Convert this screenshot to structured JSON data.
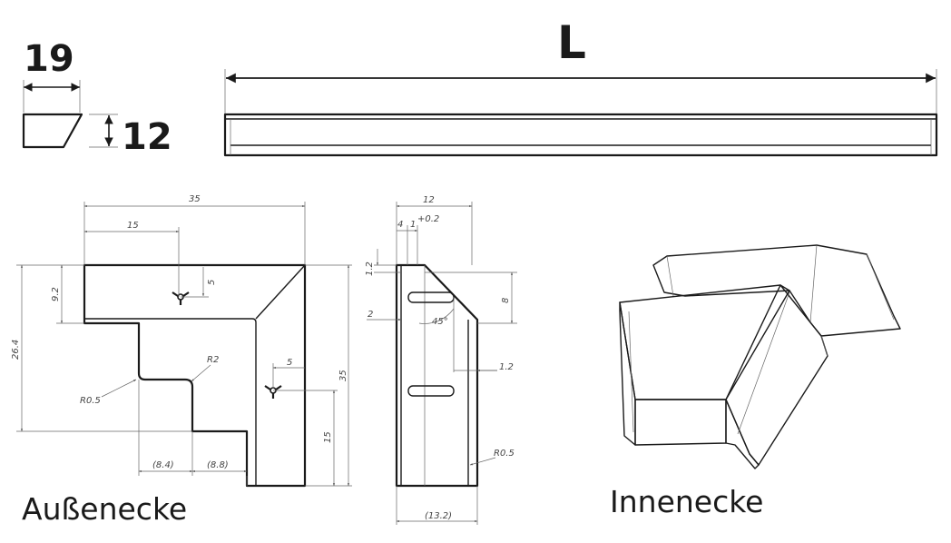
{
  "profile": {
    "width_label": "19",
    "height_label": "12",
    "length_label": "L"
  },
  "outer_corner": {
    "caption": "Außenecke",
    "dims": {
      "d35_top": "35",
      "d15_top": "15",
      "d9_2": "9.2",
      "d26_4": "26.4",
      "d35_side": "35",
      "d5_a": "5",
      "d5_b": "5",
      "r2": "R2",
      "r0_5": "R0.5",
      "d15_side": "15",
      "d8_4": "(8.4)",
      "d8_8": "(8.8)"
    }
  },
  "side_view": {
    "dims": {
      "d12": "12",
      "d4": "4",
      "d1": "1",
      "tol": "+0.2",
      "d1_2_top": "1.2",
      "d8": "8",
      "d2": "2",
      "angle": "45°",
      "d1_2_right": "1.2",
      "r0_5": "R0.5",
      "d13_2": "(13.2)"
    }
  },
  "inner_corner": {
    "caption": "Innenecke"
  }
}
